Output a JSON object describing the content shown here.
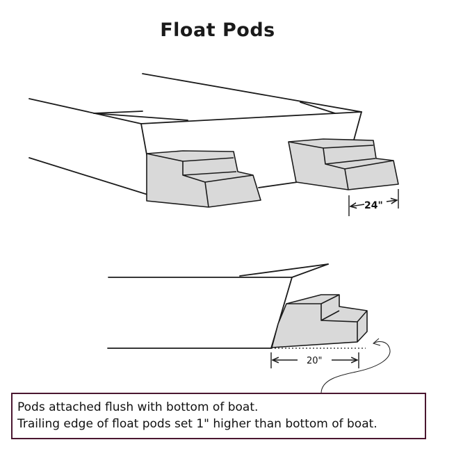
{
  "title": "Float Pods",
  "dimensions": {
    "pod_width": "24\"",
    "pod_length": "20\""
  },
  "note": {
    "line1": "Pods attached flush with bottom of boat.",
    "line2": "Trailing edge of float pods set 1\" higher than bottom of boat."
  },
  "colors": {
    "pod_fill": "#d9d9d9",
    "outline": "#1a1a1a",
    "note_border": "#4a1630"
  }
}
